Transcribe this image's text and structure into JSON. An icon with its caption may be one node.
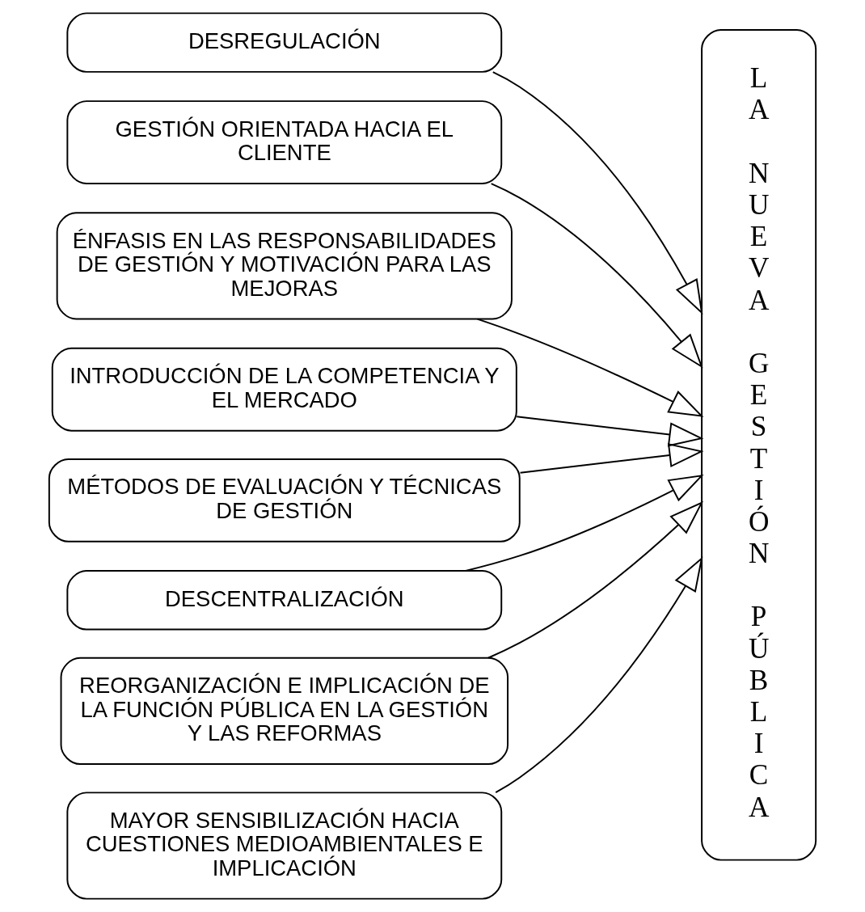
{
  "diagram": {
    "nodes": [
      {
        "text": [
          "DESREGULACIÓN"
        ]
      },
      {
        "text": [
          "GESTIÓN ORIENTADA HACIA EL CLIENTE"
        ]
      },
      {
        "text": [
          "ÉNFASIS EN LAS RESPONSABILIDADES DE GESTIÓN Y MOTIVACIÓN PARA LAS MEJORAS"
        ]
      },
      {
        "text": [
          "INTRODUCCIÓN DE LA COMPETENCIA Y EL MERCADO"
        ]
      },
      {
        "text": [
          "MÉTODOS DE EVALUACIÓN Y TÉCNICAS DE GESTIÓN"
        ]
      },
      {
        "text": [
          "DESCENTRALIZACIÓN"
        ]
      },
      {
        "text": [
          "REORGANIZACIÓN E IMPLICACIÓN DE LA FUNCIÓN PÚBLICA EN LA GESTIÓN Y LAS REFORMAS"
        ]
      },
      {
        "text": [
          "MAYOR SENSIBILIZACIÓN HACIA CUESTIONES MEDIOAMBIENTALES E IMPLICACIÓN"
        ]
      },
      {
        "text": [
          "LA NUEVA GESTIÓN PÚBLICA"
        ]
      }
    ],
    "edges": [
      {
        "from": 0,
        "to": 8,
        "arrow": "to"
      },
      {
        "from": 1,
        "to": 8,
        "arrow": "to"
      },
      {
        "from": 2,
        "to": 8,
        "arrow": "to"
      },
      {
        "from": 3,
        "to": 8,
        "arrow": "to"
      },
      {
        "from": 4,
        "to": 8,
        "arrow": "to"
      },
      {
        "from": 5,
        "to": 8,
        "arrow": "to"
      },
      {
        "from": 6,
        "to": 8,
        "arrow": "to"
      },
      {
        "from": 7,
        "to": 8,
        "arrow": "to"
      }
    ]
  }
}
